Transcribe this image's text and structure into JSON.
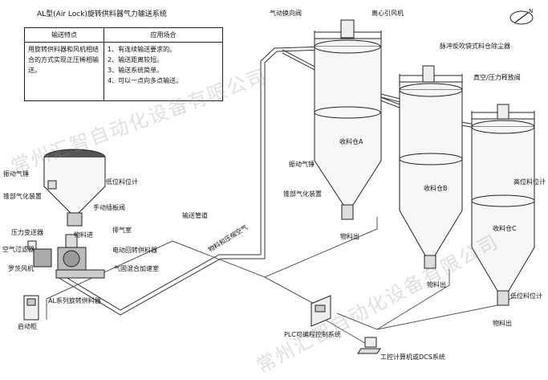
{
  "title": "AL型(Air Lock)旋转供料器气力输送系统",
  "table": {
    "headers": [
      "输送特点",
      "应用场合"
    ],
    "feature": "用旋转供料器和风机相结合的方式实现正压稀相输送。",
    "applications": [
      "1、有连续输送要求的。",
      "2、输送距离较短。",
      "3、输送系统简单。",
      "4、可以一点向多点输送。"
    ]
  },
  "labels": {
    "divert_valve": "气动换向阀",
    "fan": "离心引风机",
    "dust_collector": "脉冲反吹袋式料仓除尘器",
    "relief_valve": "真空/压力释放阀",
    "silo_a": "收料仓A",
    "silo_b": "收料仓B",
    "silo_c": "收料仓C",
    "vibrator_left": "振动气锤",
    "cone_aeration_left": "锥部气化装置",
    "level_low_left": "低位料位计",
    "slide_gate": "手动插板阀",
    "pipe": "输送管道",
    "pressure_gauge": "压力变送器",
    "vent_chamber": "排气室",
    "material_in": "物料进",
    "rotary_feeder": "电动回转供料器",
    "air_filter": "空气过滤器",
    "roots_blower": "罗茨风机",
    "mixing": "气固混合加速室",
    "feeder_series": "AL系列旋转供料器",
    "material_air": "物料和压缩空气",
    "vibrator_right": "振动气锤",
    "cone_aeration_right": "锥部气化装置",
    "out_a": "物料出",
    "out_b": "物料出",
    "out_c": "物料出",
    "level_high": "高位料位计",
    "level_low_right": "低位料位计",
    "start_cabinet": "启动柜",
    "plc": "PLC可编程控制系统",
    "dcs": "工控计算机或DCS系统"
  },
  "watermark": "常州汇智自动化设备有限公司",
  "compass": "N"
}
